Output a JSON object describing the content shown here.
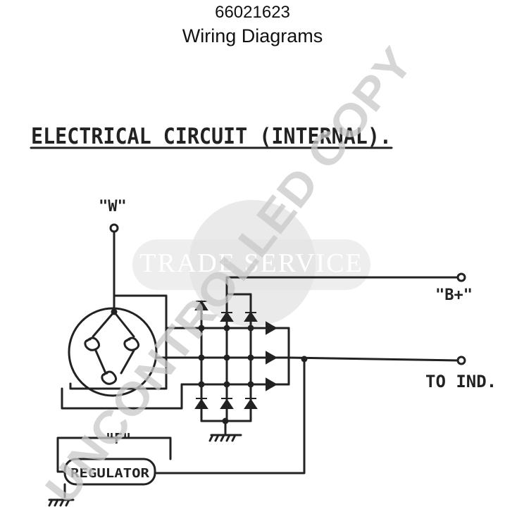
{
  "header": {
    "doc_number": "66021623",
    "title": "Wiring Diagrams"
  },
  "diagram": {
    "heading": "ELECTRICAL CIRCUIT (INTERNAL).",
    "terminal_w": "\"W\"",
    "terminal_bplus": "\"B+\"",
    "terminal_ind": "TO IND.",
    "field_label": "\"F\"",
    "regulator_label": "REGULATOR"
  },
  "watermark": {
    "diagonal": "UNCONTROLLED COPY",
    "emblem": "TRADE SERVICE"
  },
  "colors": {
    "ink": "#222222",
    "watermark": "#c8c8c8"
  }
}
